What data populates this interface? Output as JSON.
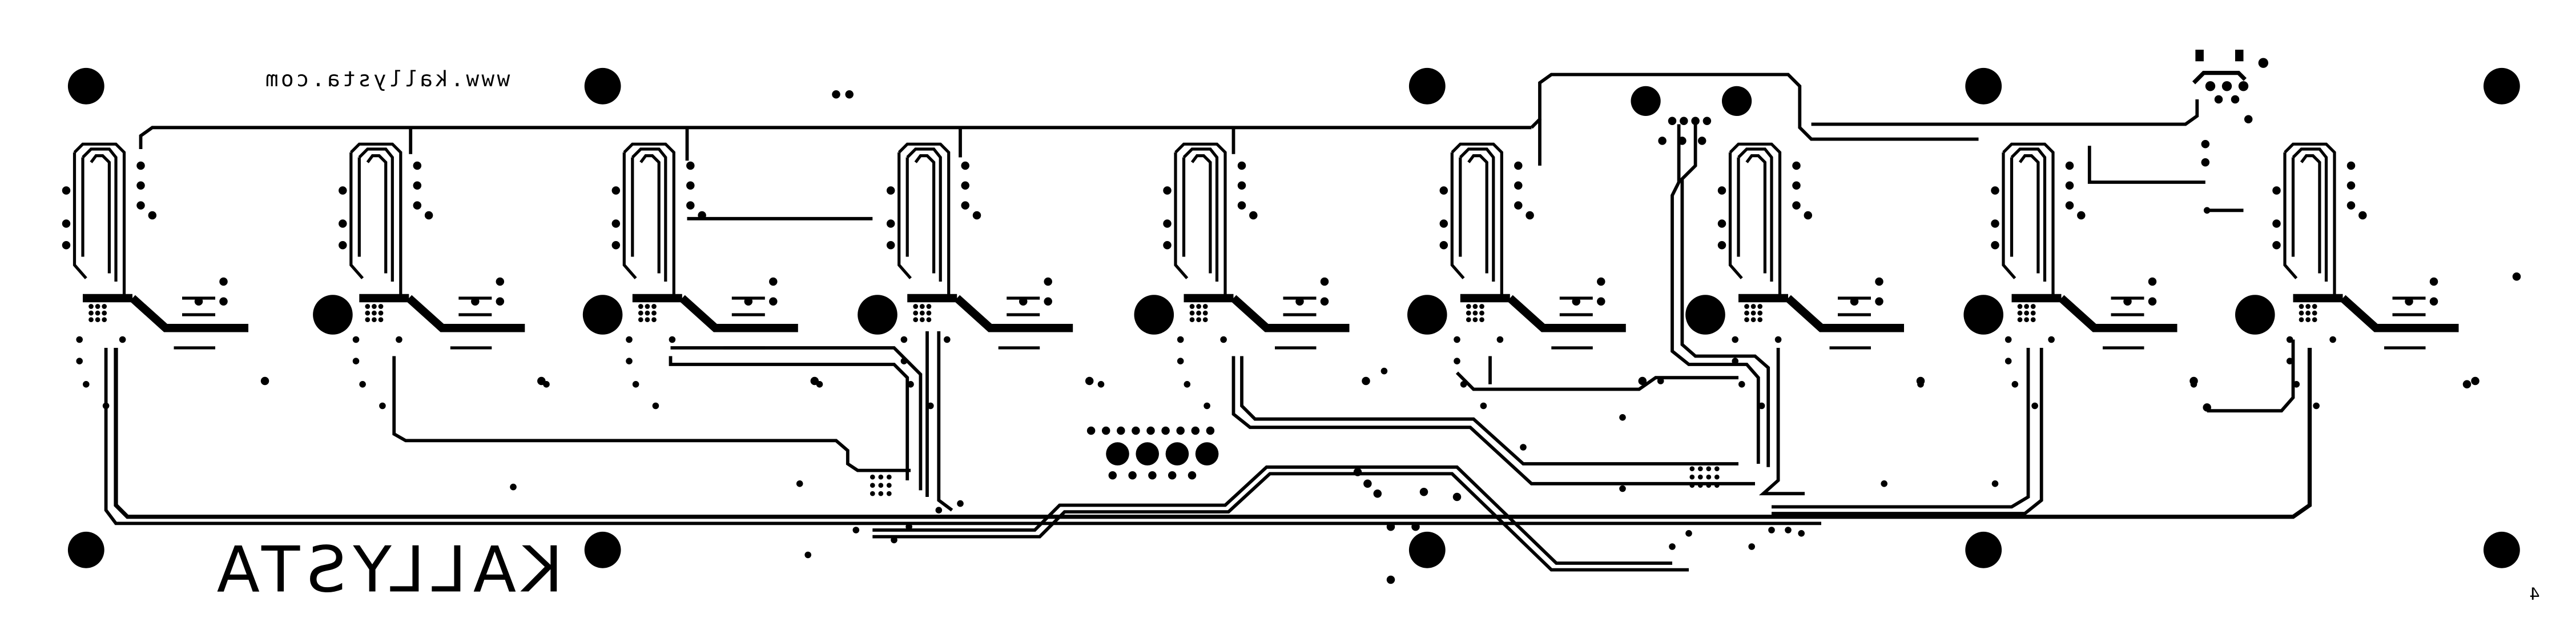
{
  "board": {
    "url_text": "www.kallysta.com",
    "logo_text": "KALLYSTA",
    "layer_number": "4",
    "copper_color": "#000000",
    "background_color": "#ffffff"
  }
}
